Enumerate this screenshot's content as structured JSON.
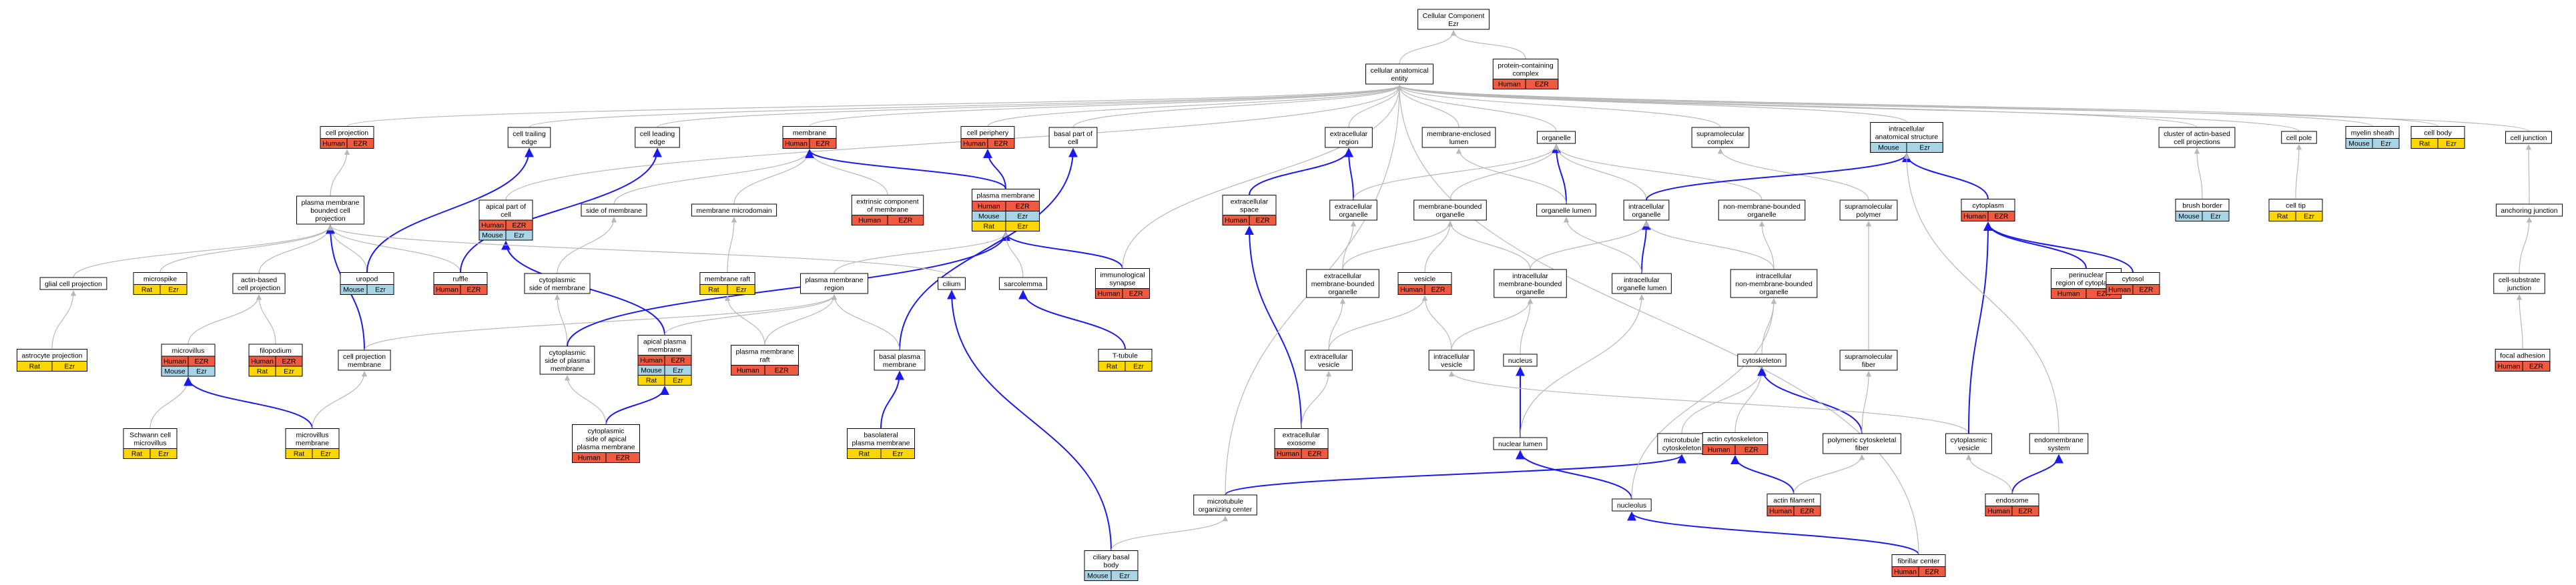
{
  "colors": {
    "human": "#f05a40",
    "mouse": "#a8d4e6",
    "rat": "#ffd700",
    "edge_gray": "#b8b8b8",
    "edge_blue": "#1a1aee",
    "node_border": "#000000"
  },
  "nodes": [
    {
      "id": "cc",
      "lines": [
        "Cellular Component",
        "Ezr"
      ],
      "species": []
    },
    {
      "id": "cae",
      "lines": [
        "cellular anatomical",
        "entity"
      ],
      "species": []
    },
    {
      "id": "pcc",
      "lines": [
        "protein-containing",
        "complex"
      ],
      "species": [
        [
          "Human",
          "EZR"
        ]
      ]
    },
    {
      "id": "cproj",
      "lines": [
        "cell projection"
      ],
      "species": [
        [
          "Human",
          "EZR"
        ]
      ]
    },
    {
      "id": "ctrail",
      "lines": [
        "cell trailing",
        "edge"
      ],
      "species": []
    },
    {
      "id": "clead",
      "lines": [
        "cell leading",
        "edge"
      ],
      "species": []
    },
    {
      "id": "memb",
      "lines": [
        "membrane"
      ],
      "species": [
        [
          "Human",
          "EZR"
        ]
      ]
    },
    {
      "id": "cperiph",
      "lines": [
        "cell periphery"
      ],
      "species": [
        [
          "Human",
          "EZR"
        ]
      ]
    },
    {
      "id": "basal",
      "lines": [
        "basal part of",
        "cell"
      ],
      "species": []
    },
    {
      "id": "excreg",
      "lines": [
        "extracellular",
        "region"
      ],
      "species": []
    },
    {
      "id": "memlum",
      "lines": [
        "membrane-enclosed",
        "lumen"
      ],
      "species": []
    },
    {
      "id": "organelle",
      "lines": [
        "organelle"
      ],
      "species": []
    },
    {
      "id": "supra",
      "lines": [
        "supramolecular",
        "complex"
      ],
      "species": []
    },
    {
      "id": "ias",
      "lines": [
        "intracellular",
        "anatomical structure"
      ],
      "species": [
        [
          "Mouse",
          "Ezr"
        ]
      ]
    },
    {
      "id": "clab",
      "lines": [
        "cluster of actin-based",
        "cell projections"
      ],
      "species": []
    },
    {
      "id": "cpole",
      "lines": [
        "cell pole"
      ],
      "species": []
    },
    {
      "id": "myelin",
      "lines": [
        "myelin sheath"
      ],
      "species": [
        [
          "Mouse",
          "Ezr"
        ]
      ]
    },
    {
      "id": "cbody",
      "lines": [
        "cell body"
      ],
      "species": [
        [
          "Rat",
          "Ezr"
        ]
      ]
    },
    {
      "id": "cjunc",
      "lines": [
        "cell junction"
      ],
      "species": []
    },
    {
      "id": "pmbcp",
      "lines": [
        "plasma membrane",
        "bounded cell",
        "projection"
      ],
      "species": []
    },
    {
      "id": "apical",
      "lines": [
        "apical part of",
        "cell"
      ],
      "species": [
        [
          "Human",
          "EZR"
        ],
        [
          "Mouse",
          "Ezr"
        ]
      ]
    },
    {
      "id": "sidemem",
      "lines": [
        "side of membrane"
      ],
      "species": []
    },
    {
      "id": "memdom",
      "lines": [
        "membrane microdomain"
      ],
      "species": []
    },
    {
      "id": "ecm",
      "lines": [
        "extrinsic component",
        "of membrane"
      ],
      "species": [
        [
          "Human",
          "EZR"
        ]
      ]
    },
    {
      "id": "pm",
      "lines": [
        "plasma membrane"
      ],
      "species": [
        [
          "Human",
          "EZR"
        ],
        [
          "Mouse",
          "Ezr"
        ],
        [
          "Rat",
          "Ezr"
        ]
      ]
    },
    {
      "id": "excsp",
      "lines": [
        "extracellular",
        "space"
      ],
      "species": [
        [
          "Human",
          "EZR"
        ]
      ]
    },
    {
      "id": "excorg",
      "lines": [
        "extracellular",
        "organelle"
      ],
      "species": []
    },
    {
      "id": "mbo",
      "lines": [
        "membrane-bounded",
        "organelle"
      ],
      "species": []
    },
    {
      "id": "orglum",
      "lines": [
        "organelle lumen"
      ],
      "species": []
    },
    {
      "id": "ico",
      "lines": [
        "intracellular",
        "organelle"
      ],
      "species": []
    },
    {
      "id": "nmbo",
      "lines": [
        "non-membrane-bounded",
        "organelle"
      ],
      "species": []
    },
    {
      "id": "spoly",
      "lines": [
        "supramolecular",
        "polymer"
      ],
      "species": []
    },
    {
      "id": "cyto",
      "lines": [
        "cytoplasm"
      ],
      "species": [
        [
          "Human",
          "EZR"
        ]
      ]
    },
    {
      "id": "brush",
      "lines": [
        "brush border"
      ],
      "species": [
        [
          "Mouse",
          "Ezr"
        ]
      ]
    },
    {
      "id": "ctip",
      "lines": [
        "cell tip"
      ],
      "species": [
        [
          "Rat",
          "Ezr"
        ]
      ]
    },
    {
      "id": "anchor",
      "lines": [
        "anchoring junction"
      ],
      "species": []
    },
    {
      "id": "glial",
      "lines": [
        "glial cell projection"
      ],
      "species": []
    },
    {
      "id": "microspike",
      "lines": [
        "microspike"
      ],
      "species": [
        [
          "Rat",
          "Ezr"
        ]
      ]
    },
    {
      "id": "actinproj",
      "lines": [
        "actin-based",
        "cell projection"
      ],
      "species": []
    },
    {
      "id": "uropod",
      "lines": [
        "uropod"
      ],
      "species": [
        [
          "Mouse",
          "Ezr"
        ]
      ]
    },
    {
      "id": "ruffle",
      "lines": [
        "ruffle"
      ],
      "species": [
        [
          "Human",
          "EZR"
        ]
      ]
    },
    {
      "id": "cytoside",
      "lines": [
        "cytoplasmic",
        "side of membrane"
      ],
      "species": []
    },
    {
      "id": "raft",
      "lines": [
        "membrane raft"
      ],
      "species": [
        [
          "Rat",
          "Ezr"
        ]
      ]
    },
    {
      "id": "pmreg",
      "lines": [
        "plasma membrane",
        "region"
      ],
      "species": []
    },
    {
      "id": "immsyn",
      "lines": [
        "immunological",
        "synapse"
      ],
      "species": [
        [
          "Human",
          "EZR"
        ]
      ]
    },
    {
      "id": "excmbo",
      "lines": [
        "extracellular",
        "membrane-bounded",
        "organelle"
      ],
      "species": []
    },
    {
      "id": "vesicle",
      "lines": [
        "vesicle"
      ],
      "species": [
        [
          "Human",
          "EZR"
        ]
      ]
    },
    {
      "id": "icmbo",
      "lines": [
        "intracellular",
        "membrane-bounded",
        "organelle"
      ],
      "species": []
    },
    {
      "id": "icolum",
      "lines": [
        "intracellular",
        "organelle lumen"
      ],
      "species": []
    },
    {
      "id": "icnmbo",
      "lines": [
        "intracellular",
        "non-membrane-bounded",
        "organelle"
      ],
      "species": []
    },
    {
      "id": "perinuc",
      "lines": [
        "perinuclear",
        "region of cytoplasm"
      ],
      "species": [
        [
          "Human",
          "EZR"
        ]
      ]
    },
    {
      "id": "cytosol",
      "lines": [
        "cytosol"
      ],
      "species": [
        [
          "Human",
          "EZR"
        ]
      ]
    },
    {
      "id": "cellsub",
      "lines": [
        "cell-substrate",
        "junction"
      ],
      "species": []
    },
    {
      "id": "astro",
      "lines": [
        "astrocyte projection"
      ],
      "species": [
        [
          "Rat",
          "Ezr"
        ]
      ]
    },
    {
      "id": "microvillus",
      "lines": [
        "microvillus"
      ],
      "species": [
        [
          "Human",
          "EZR"
        ],
        [
          "Mouse",
          "Ezr"
        ]
      ]
    },
    {
      "id": "filopodium",
      "lines": [
        "filopodium"
      ],
      "species": [
        [
          "Human",
          "EZR"
        ],
        [
          "Rat",
          "Ezr"
        ]
      ]
    },
    {
      "id": "cpm",
      "lines": [
        "cell projection",
        "membrane"
      ],
      "species": []
    },
    {
      "id": "cytosidepm",
      "lines": [
        "cytoplasmic",
        "side of plasma",
        "membrane"
      ],
      "species": []
    },
    {
      "id": "apicalpm",
      "lines": [
        "apical plasma",
        "membrane"
      ],
      "species": [
        [
          "Human",
          "EZR"
        ],
        [
          "Mouse",
          "Ezr"
        ],
        [
          "Rat",
          "Ezr"
        ]
      ]
    },
    {
      "id": "pmraft",
      "lines": [
        "plasma membrane",
        "raft"
      ],
      "species": [
        [
          "Human",
          "EZR"
        ]
      ]
    },
    {
      "id": "cilium",
      "lines": [
        "cilium"
      ],
      "species": []
    },
    {
      "id": "sarco",
      "lines": [
        "sarcolemma"
      ],
      "species": []
    },
    {
      "id": "basalpm",
      "lines": [
        "basal plasma",
        "membrane"
      ],
      "species": []
    },
    {
      "id": "ttub",
      "lines": [
        "T-tubule"
      ],
      "species": [
        [
          "Rat",
          "Ezr"
        ]
      ]
    },
    {
      "id": "excves",
      "lines": [
        "extracellular",
        "vesicle"
      ],
      "species": []
    },
    {
      "id": "icves",
      "lines": [
        "intracellular",
        "vesicle"
      ],
      "species": []
    },
    {
      "id": "nucleus",
      "lines": [
        "nucleus"
      ],
      "species": []
    },
    {
      "id": "cytoskel",
      "lines": [
        "cytoskeleton"
      ],
      "species": []
    },
    {
      "id": "supfib",
      "lines": [
        "supramolecular",
        "fiber"
      ],
      "species": []
    },
    {
      "id": "focal",
      "lines": [
        "focal adhesion"
      ],
      "species": [
        [
          "Human",
          "EZR"
        ]
      ]
    },
    {
      "id": "schwann",
      "lines": [
        "Schwann cell",
        "microvillus"
      ],
      "species": [
        [
          "Rat",
          "Ezr"
        ]
      ]
    },
    {
      "id": "mvmem",
      "lines": [
        "microvillus",
        "membrane"
      ],
      "species": [
        [
          "Rat",
          "Ezr"
        ]
      ]
    },
    {
      "id": "cytoapical",
      "lines": [
        "cytoplasmic",
        "side of apical",
        "plasma membrane"
      ],
      "species": [
        [
          "Human",
          "EZR"
        ]
      ]
    },
    {
      "id": "blpm",
      "lines": [
        "basolateral",
        "plasma membrane"
      ],
      "species": [
        [
          "Rat",
          "Ezr"
        ]
      ]
    },
    {
      "id": "exosome",
      "lines": [
        "extracellular",
        "exosome"
      ],
      "species": [
        [
          "Human",
          "EZR"
        ]
      ]
    },
    {
      "id": "nuclum",
      "lines": [
        "nuclear lumen"
      ],
      "species": []
    },
    {
      "id": "mtcyto",
      "lines": [
        "microtubule",
        "cytoskeleton"
      ],
      "species": []
    },
    {
      "id": "actincyto",
      "lines": [
        "actin cytoskeleton"
      ],
      "species": [
        [
          "Human",
          "EZR"
        ]
      ]
    },
    {
      "id": "polyfib",
      "lines": [
        "polymeric cytoskeletal",
        "fiber"
      ],
      "species": []
    },
    {
      "id": "cytoves",
      "lines": [
        "cytoplasmic",
        "vesicle"
      ],
      "species": []
    },
    {
      "id": "endomem",
      "lines": [
        "endomembrane",
        "system"
      ],
      "species": []
    },
    {
      "id": "mtoc",
      "lines": [
        "microtubule",
        "organizing center"
      ],
      "species": []
    },
    {
      "id": "nucleolus",
      "lines": [
        "nucleolus"
      ],
      "species": []
    },
    {
      "id": "actinfil",
      "lines": [
        "actin filament"
      ],
      "species": [
        [
          "Human",
          "EZR"
        ]
      ]
    },
    {
      "id": "endosome",
      "lines": [
        "endosome"
      ],
      "species": [
        [
          "Human",
          "EZR"
        ]
      ]
    },
    {
      "id": "ciliary",
      "lines": [
        "ciliary basal",
        "body"
      ],
      "species": [
        [
          "Mouse",
          "Ezr"
        ]
      ]
    },
    {
      "id": "fibcenter",
      "lines": [
        "fibrillar center"
      ],
      "species": [
        [
          "Human",
          "EZR"
        ]
      ]
    }
  ],
  "edges": [
    [
      "cae",
      "cc",
      "gray"
    ],
    [
      "pcc",
      "cc",
      "gray"
    ],
    [
      "cproj",
      "cae",
      "gray"
    ],
    [
      "ctrail",
      "cae",
      "gray"
    ],
    [
      "clead",
      "cae",
      "gray"
    ],
    [
      "memb",
      "cae",
      "gray"
    ],
    [
      "cperiph",
      "cae",
      "gray"
    ],
    [
      "basal",
      "cae",
      "gray"
    ],
    [
      "excreg",
      "cae",
      "gray"
    ],
    [
      "memlum",
      "cae",
      "gray"
    ],
    [
      "organelle",
      "cae",
      "gray"
    ],
    [
      "supra",
      "cae",
      "gray"
    ],
    [
      "ias",
      "cae",
      "gray"
    ],
    [
      "clab",
      "cae",
      "gray"
    ],
    [
      "cpole",
      "cae",
      "gray"
    ],
    [
      "myelin",
      "cae",
      "gray"
    ],
    [
      "cbody",
      "cae",
      "gray"
    ],
    [
      "cjunc",
      "cae",
      "gray"
    ],
    [
      "pmbcp",
      "cproj",
      "gray"
    ],
    [
      "apical",
      "cae",
      "gray"
    ],
    [
      "sidemem",
      "memb",
      "gray"
    ],
    [
      "memdom",
      "memb",
      "gray"
    ],
    [
      "ecm",
      "memb",
      "gray"
    ],
    [
      "pm",
      "memb",
      "blue"
    ],
    [
      "pm",
      "cperiph",
      "blue"
    ],
    [
      "excsp",
      "excreg",
      "blue"
    ],
    [
      "excorg",
      "excreg",
      "blue"
    ],
    [
      "excorg",
      "organelle",
      "gray"
    ],
    [
      "mbo",
      "organelle",
      "gray"
    ],
    [
      "orglum",
      "organelle",
      "blue"
    ],
    [
      "orglum",
      "memlum",
      "gray"
    ],
    [
      "ico",
      "organelle",
      "gray"
    ],
    [
      "nmbo",
      "organelle",
      "gray"
    ],
    [
      "spoly",
      "supra",
      "gray"
    ],
    [
      "cyto",
      "ias",
      "blue"
    ],
    [
      "brush",
      "clab",
      "gray"
    ],
    [
      "ctip",
      "cpole",
      "gray"
    ],
    [
      "anchor",
      "cjunc",
      "gray"
    ],
    [
      "glial",
      "pmbcp",
      "gray"
    ],
    [
      "microspike",
      "pmbcp",
      "gray"
    ],
    [
      "actinproj",
      "pmbcp",
      "gray"
    ],
    [
      "uropod",
      "pmbcp",
      "gray"
    ],
    [
      "ruffle",
      "pmbcp",
      "gray"
    ],
    [
      "ruffle",
      "clead",
      "blue"
    ],
    [
      "uropod",
      "ctrail",
      "blue"
    ],
    [
      "cytoside",
      "sidemem",
      "gray"
    ],
    [
      "raft",
      "memdom",
      "gray"
    ],
    [
      "pmreg",
      "pm",
      "gray"
    ],
    [
      "immsyn",
      "pm",
      "blue"
    ],
    [
      "immsyn",
      "cae",
      "gray"
    ],
    [
      "excmbo",
      "mbo",
      "gray"
    ],
    [
      "excmbo",
      "excorg",
      "gray"
    ],
    [
      "vesicle",
      "mbo",
      "gray"
    ],
    [
      "icmbo",
      "mbo",
      "gray"
    ],
    [
      "icmbo",
      "ico",
      "gray"
    ],
    [
      "icolum",
      "ico",
      "blue"
    ],
    [
      "icolum",
      "orglum",
      "gray"
    ],
    [
      "icnmbo",
      "nmbo",
      "gray"
    ],
    [
      "icnmbo",
      "ico",
      "gray"
    ],
    [
      "perinuc",
      "cyto",
      "blue"
    ],
    [
      "cytosol",
      "cyto",
      "blue"
    ],
    [
      "ico",
      "ias",
      "blue"
    ],
    [
      "cellsub",
      "anchor",
      "gray"
    ],
    [
      "astro",
      "glial",
      "gray"
    ],
    [
      "microvillus",
      "actinproj",
      "gray"
    ],
    [
      "filopodium",
      "actinproj",
      "gray"
    ],
    [
      "cpm",
      "pmbcp",
      "blue"
    ],
    [
      "cpm",
      "pmreg",
      "gray"
    ],
    [
      "cytosidepm",
      "cytoside",
      "gray"
    ],
    [
      "cytosidepm",
      "pm",
      "blue"
    ],
    [
      "apicalpm",
      "apical",
      "blue"
    ],
    [
      "apicalpm",
      "pmreg",
      "gray"
    ],
    [
      "pmraft",
      "raft",
      "gray"
    ],
    [
      "pmraft",
      "pmreg",
      "gray"
    ],
    [
      "cilium",
      "pmbcp",
      "gray"
    ],
    [
      "sarco",
      "pm",
      "gray"
    ],
    [
      "basalpm",
      "basal",
      "blue"
    ],
    [
      "basalpm",
      "pmreg",
      "gray"
    ],
    [
      "ttub",
      "sarco",
      "blue"
    ],
    [
      "excves",
      "excmbo",
      "gray"
    ],
    [
      "excves",
      "vesicle",
      "gray"
    ],
    [
      "icves",
      "vesicle",
      "gray"
    ],
    [
      "icves",
      "icmbo",
      "gray"
    ],
    [
      "nucleus",
      "icmbo",
      "gray"
    ],
    [
      "cytoskel",
      "icnmbo",
      "gray"
    ],
    [
      "supfib",
      "spoly",
      "gray"
    ],
    [
      "focal",
      "cellsub",
      "gray"
    ],
    [
      "schwann",
      "microvillus",
      "gray"
    ],
    [
      "mvmem",
      "microvillus",
      "blue"
    ],
    [
      "mvmem",
      "cpm",
      "gray"
    ],
    [
      "cytoapical",
      "apicalpm",
      "blue"
    ],
    [
      "cytoapical",
      "cytosidepm",
      "gray"
    ],
    [
      "blpm",
      "basalpm",
      "blue"
    ],
    [
      "exosome",
      "excsp",
      "blue"
    ],
    [
      "exosome",
      "excves",
      "gray"
    ],
    [
      "nuclum",
      "nucleus",
      "blue"
    ],
    [
      "nuclum",
      "icolum",
      "gray"
    ],
    [
      "mtcyto",
      "cytoskel",
      "gray"
    ],
    [
      "actincyto",
      "cytoskel",
      "gray"
    ],
    [
      "polyfib",
      "cytoskel",
      "blue"
    ],
    [
      "polyfib",
      "supfib",
      "gray"
    ],
    [
      "cytoves",
      "icves",
      "gray"
    ],
    [
      "cytoves",
      "cyto",
      "blue"
    ],
    [
      "endomem",
      "ias",
      "gray"
    ],
    [
      "mtoc",
      "mtcyto",
      "blue"
    ],
    [
      "mtoc",
      "cae",
      "gray"
    ],
    [
      "nucleolus",
      "nuclum",
      "blue"
    ],
    [
      "nucleolus",
      "icnmbo",
      "gray"
    ],
    [
      "actinfil",
      "actincyto",
      "blue"
    ],
    [
      "actinfil",
      "polyfib",
      "gray"
    ],
    [
      "endosome",
      "endomem",
      "blue"
    ],
    [
      "endosome",
      "cytoves",
      "gray"
    ],
    [
      "ciliary",
      "cilium",
      "blue"
    ],
    [
      "ciliary",
      "mtoc",
      "gray"
    ],
    [
      "fibcenter",
      "nucleolus",
      "blue"
    ],
    [
      "fibcenter",
      "cae",
      "gray"
    ]
  ]
}
